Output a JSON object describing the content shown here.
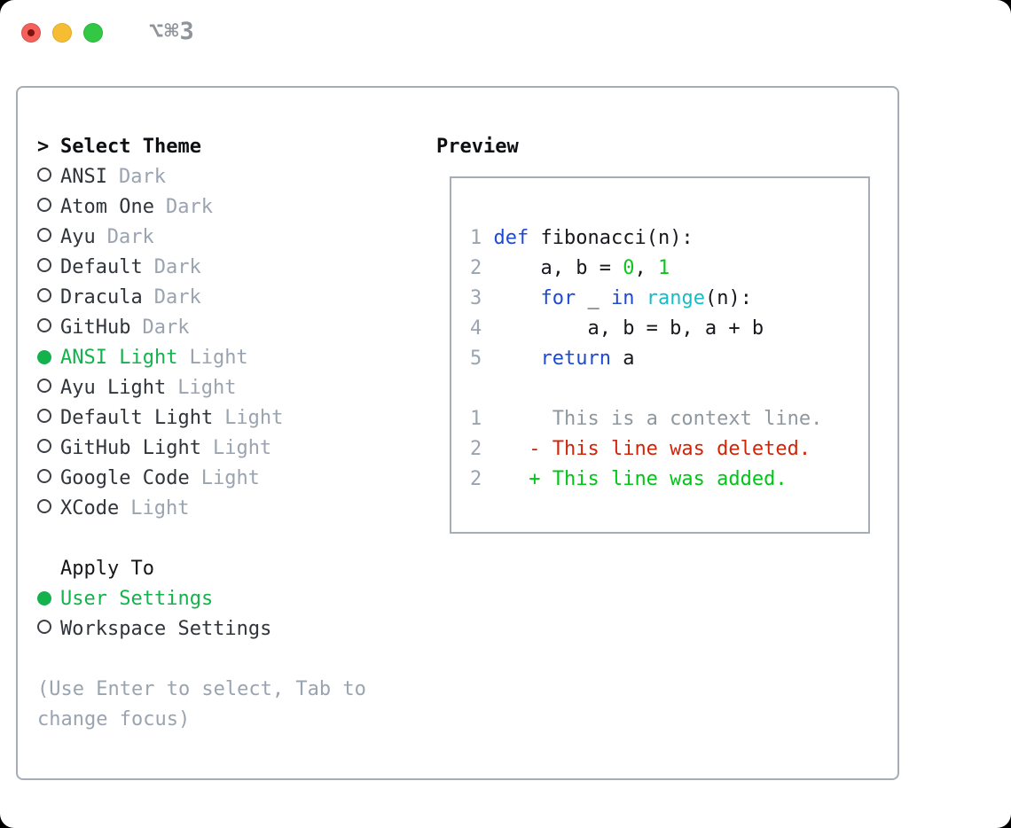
{
  "window": {
    "title": "⌥⌘3"
  },
  "colors": {
    "accent_green": "#14b24c",
    "keyword_blue": "#1e49d3",
    "function_cyan": "#16bdc6",
    "literal_green": "#0fc51d",
    "deleted_red": "#d02508",
    "added_green": "#00c517",
    "muted_gray": "#9aa4b0",
    "border_gray": "#a6adb7"
  },
  "theme_picker": {
    "prompt": ">",
    "header": "Select Theme",
    "themes": [
      {
        "name": "ANSI",
        "tag": "Dark",
        "selected": false
      },
      {
        "name": "Atom One",
        "tag": "Dark",
        "selected": false
      },
      {
        "name": "Ayu",
        "tag": "Dark",
        "selected": false
      },
      {
        "name": "Default",
        "tag": "Dark",
        "selected": false
      },
      {
        "name": "Dracula",
        "tag": "Dark",
        "selected": false
      },
      {
        "name": "GitHub",
        "tag": "Dark",
        "selected": false
      },
      {
        "name": "ANSI Light",
        "tag": "Light",
        "selected": true
      },
      {
        "name": "Ayu Light",
        "tag": "Light",
        "selected": false
      },
      {
        "name": "Default Light",
        "tag": "Light",
        "selected": false
      },
      {
        "name": "GitHub Light",
        "tag": "Light",
        "selected": false
      },
      {
        "name": "Google Code",
        "tag": "Light",
        "selected": false
      },
      {
        "name": "XCode",
        "tag": "Light",
        "selected": false
      }
    ],
    "apply_to": {
      "header": "Apply To",
      "options": [
        {
          "label": "User Settings",
          "selected": true
        },
        {
          "label": "Workspace Settings",
          "selected": false
        }
      ]
    },
    "hint_lines": [
      "(Use Enter to select, Tab to",
      "change focus)"
    ]
  },
  "preview": {
    "header": "Preview",
    "code_lines": [
      [
        [
          "1",
          "num"
        ],
        [
          " ",
          "plain"
        ],
        [
          "def",
          "kw"
        ],
        [
          " fibonacci(n):",
          "plain"
        ]
      ],
      [
        [
          "2",
          "num"
        ],
        [
          "     a, b = ",
          "plain"
        ],
        [
          "0",
          "lit"
        ],
        [
          ", ",
          "plain"
        ],
        [
          "1",
          "lit"
        ]
      ],
      [
        [
          "3",
          "num"
        ],
        [
          "     ",
          "plain"
        ],
        [
          "for",
          "kw"
        ],
        [
          " _ ",
          "plain"
        ],
        [
          "in",
          "kw"
        ],
        [
          " ",
          "plain"
        ],
        [
          "range",
          "fn"
        ],
        [
          "(n):",
          "plain"
        ]
      ],
      [
        [
          "4",
          "num"
        ],
        [
          "         a, b = b, a + b",
          "plain"
        ]
      ],
      [
        [
          "5",
          "num"
        ],
        [
          "     ",
          "plain"
        ],
        [
          "return",
          "kw"
        ],
        [
          " a",
          "plain"
        ]
      ]
    ],
    "diff_lines": [
      [
        [
          "1",
          "num"
        ],
        [
          "      This is a context line.",
          "ctx"
        ]
      ],
      [
        [
          "2",
          "num"
        ],
        [
          "    ",
          "plain"
        ],
        [
          "- This line was deleted.",
          "del"
        ]
      ],
      [
        [
          "2",
          "num"
        ],
        [
          "    ",
          "plain"
        ],
        [
          "+ This line was added.",
          "add"
        ]
      ]
    ]
  }
}
